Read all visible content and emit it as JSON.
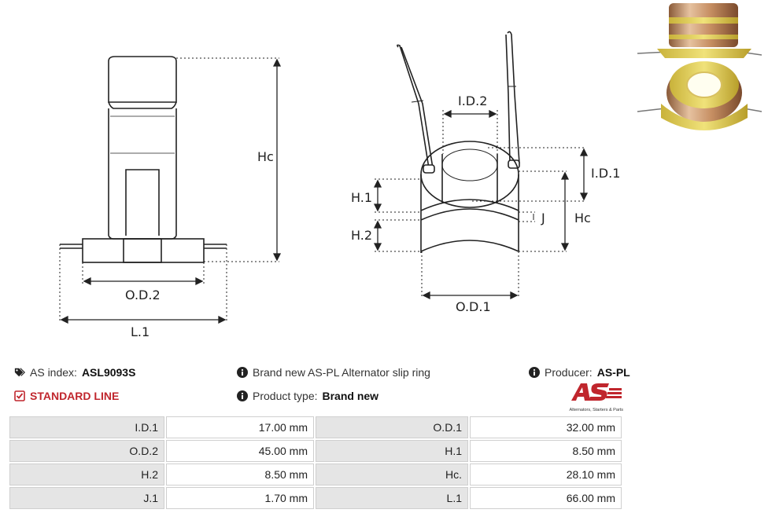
{
  "diagram_labels": {
    "hc_left": "Hc",
    "od2": "O.D.2",
    "l1": "L.1",
    "id2": "I.D.2",
    "id1": "I.D.1",
    "h1": "H.1",
    "h2": "H.2",
    "j": "J",
    "hc_right": "Hc",
    "od1": "O.D.1"
  },
  "info": {
    "as_index_label": "AS index:",
    "as_index_value": "ASL9093S",
    "standard_line": "STANDARD LINE",
    "description": "Brand new AS-PL Alternator slip ring",
    "product_type_label": "Product type:",
    "product_type_value": "Brand new",
    "producer_label": "Producer:",
    "producer_value": "AS-PL",
    "logo_tagline": "Alternators, Starters & Parts"
  },
  "specs": [
    {
      "k1": "I.D.1",
      "v1": "17.00 mm",
      "k2": "O.D.1",
      "v2": "32.00 mm"
    },
    {
      "k1": "O.D.2",
      "v1": "45.00 mm",
      "k2": "H.1",
      "v2": "8.50 mm"
    },
    {
      "k1": "H.2",
      "v1": "8.50 mm",
      "k2": "Hc.",
      "v2": "28.10 mm"
    },
    {
      "k1": "J.1",
      "v1": "1.70 mm",
      "k2": "L.1",
      "v2": "66.00 mm"
    }
  ],
  "colors": {
    "accent_red": "#c0262d",
    "table_key_bg": "#e5e5e5",
    "product_yellow": "#e6d35a"
  }
}
